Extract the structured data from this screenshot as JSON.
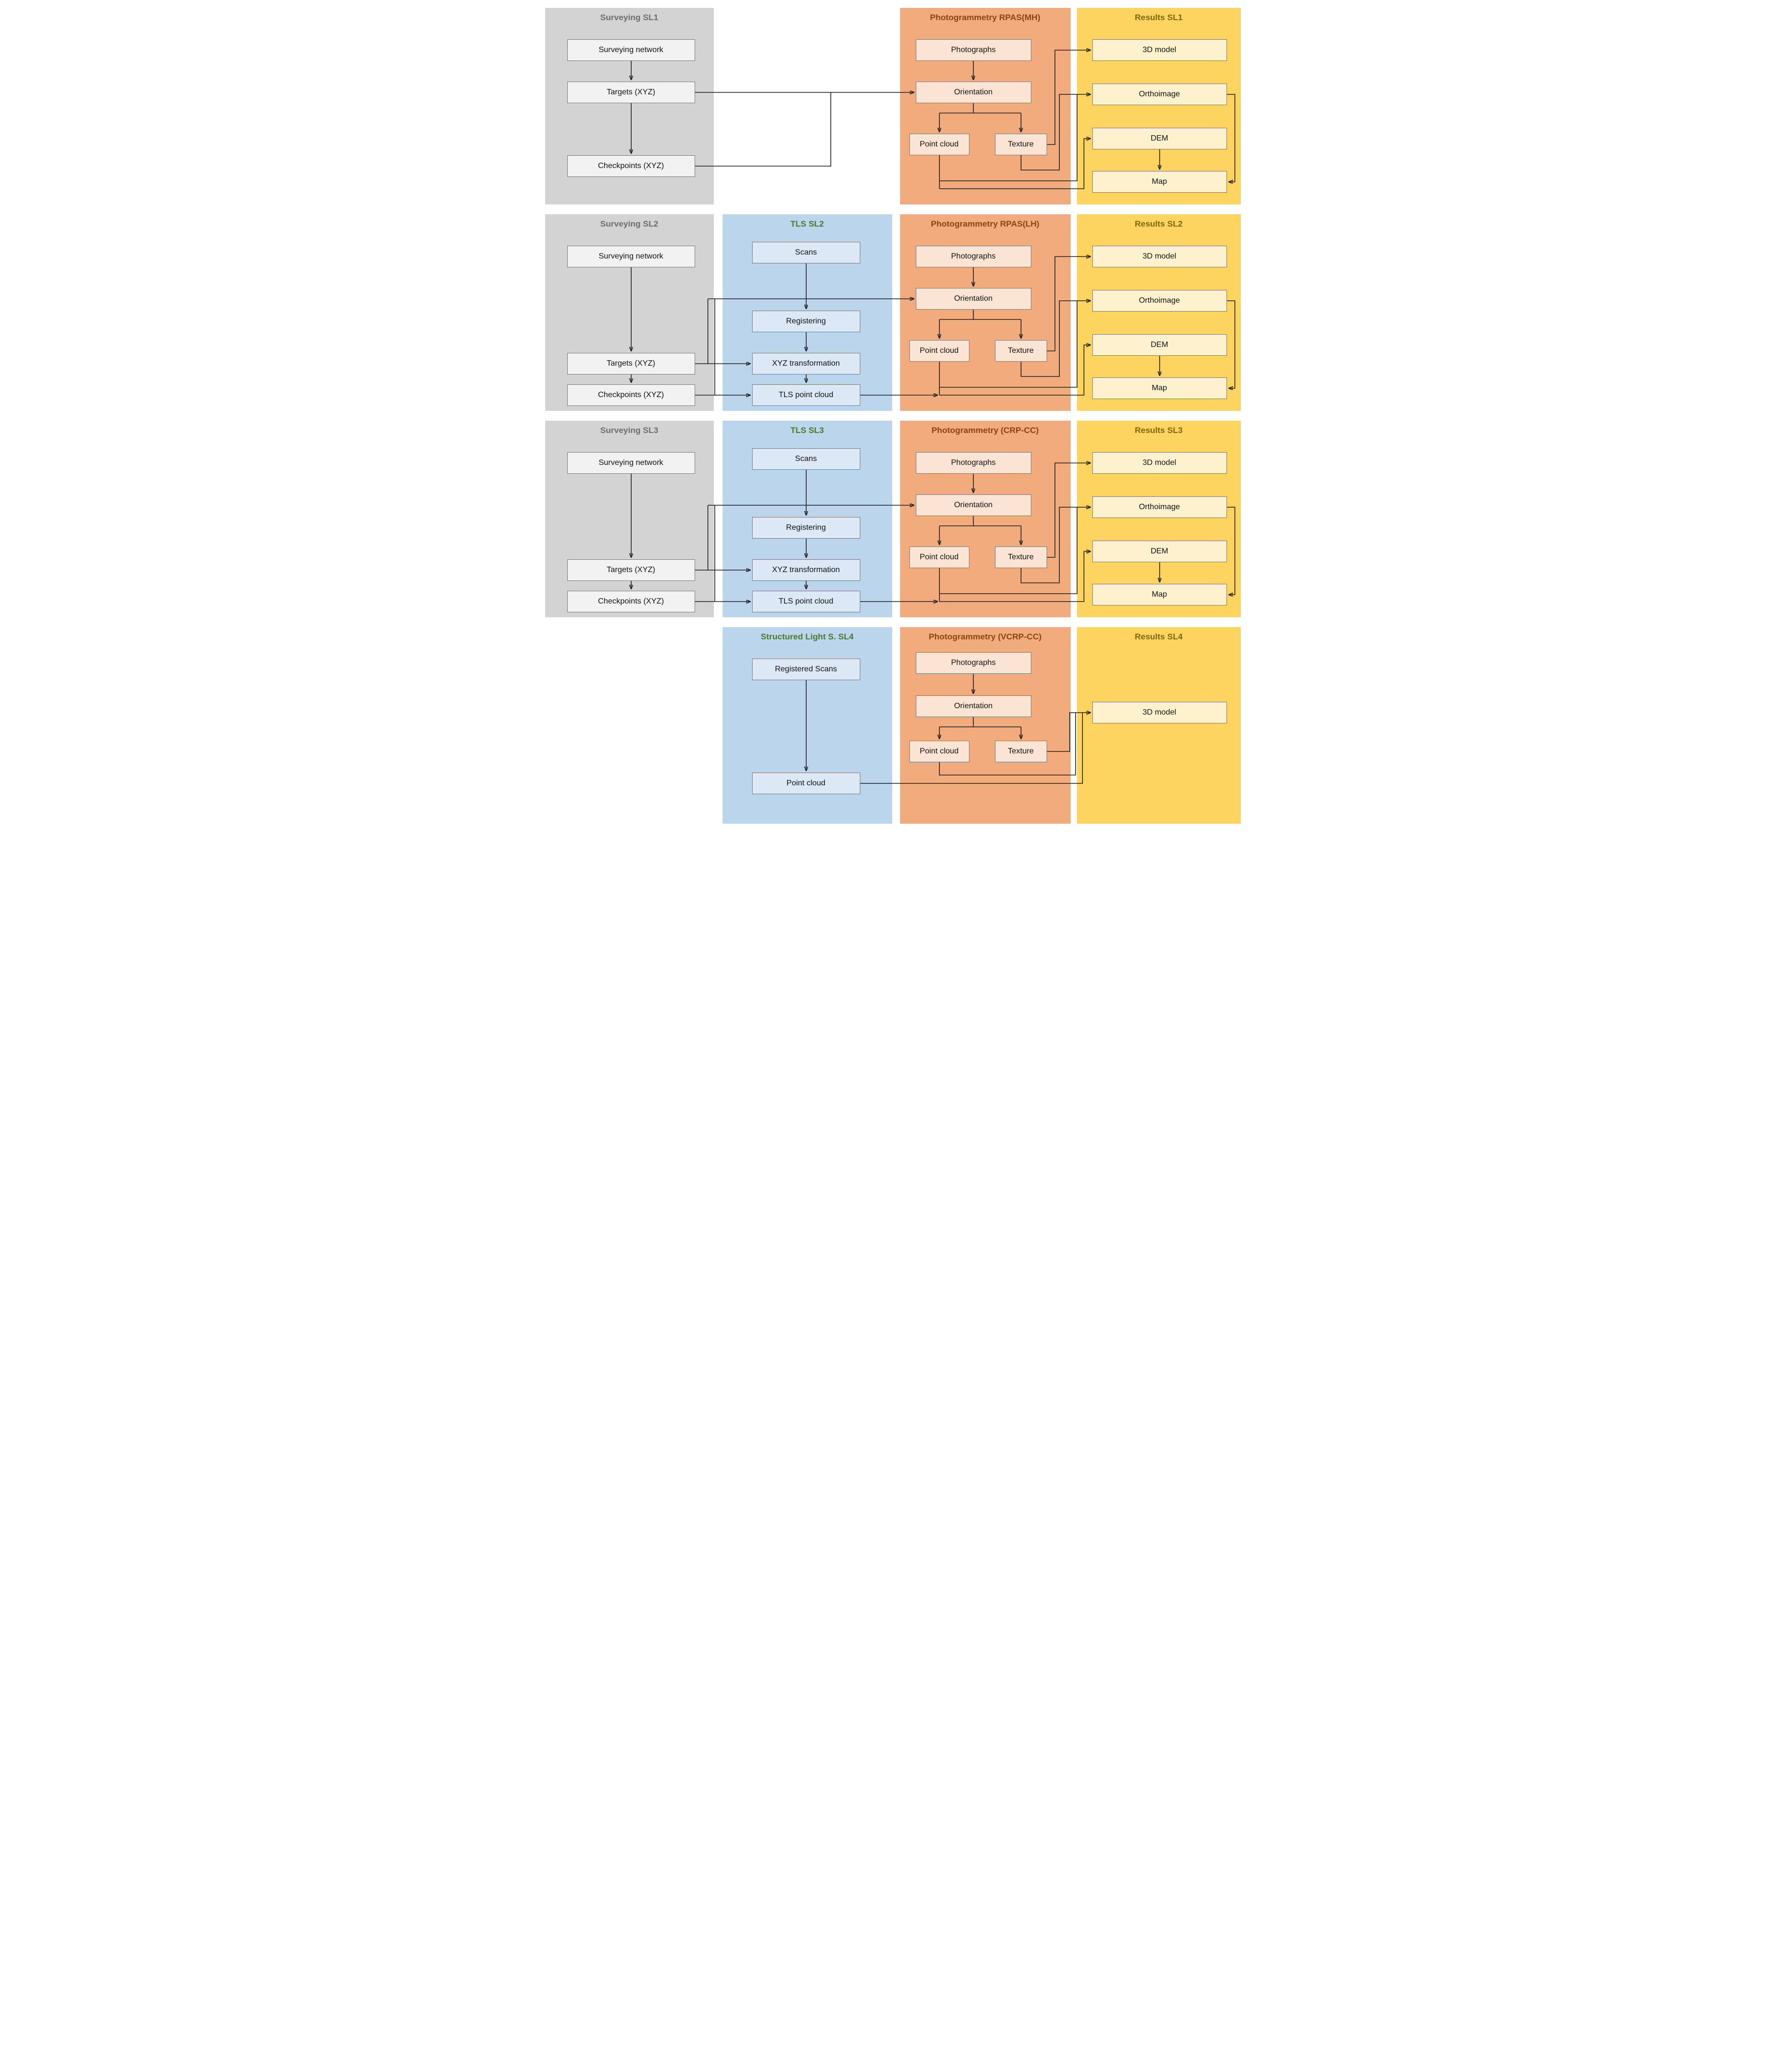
{
  "diagram": {
    "colors": {
      "surveying_panel": "#d3d3d3",
      "tls_panel": "#bad5ec",
      "photogrammetry_panel": "#f2ab7c",
      "results_panel": "#fcd45f",
      "surveying_title": "#6e6e6e",
      "tls_title": "#4a7a28",
      "photogrammetry_title": "#8c4311",
      "results_title": "#7d650f",
      "node_border": "#7a7a7a",
      "connector": "#222222"
    },
    "rows": [
      {
        "id": "SL1",
        "surveying": {
          "title": "Surveying SL1",
          "network": "Surveying network",
          "targets": "Targets (XYZ)",
          "checkpoints": "Checkpoints (XYZ)"
        },
        "photogrammetry": {
          "title": "Photogrammetry RPAS(MH)",
          "photographs": "Photographs",
          "orientation": "Orientation",
          "point_cloud": "Point cloud",
          "texture": "Texture"
        },
        "results": {
          "title": "Results SL1",
          "model": "3D model",
          "orthoimage": "Orthoimage",
          "dem": "DEM",
          "map": "Map"
        }
      },
      {
        "id": "SL2",
        "surveying": {
          "title": "Surveying SL2",
          "network": "Surveying network",
          "targets": "Targets (XYZ)",
          "checkpoints": "Checkpoints (XYZ)"
        },
        "tls": {
          "title": "TLS SL2",
          "scans": "Scans",
          "registering": "Registering",
          "xyz_transformation": "XYZ transformation",
          "tls_point_cloud": "TLS point cloud"
        },
        "photogrammetry": {
          "title": "Photogrammetry RPAS(LH)",
          "photographs": "Photographs",
          "orientation": "Orientation",
          "point_cloud": "Point cloud",
          "texture": "Texture"
        },
        "results": {
          "title": "Results SL2",
          "model": "3D model",
          "orthoimage": "Orthoimage",
          "dem": "DEM",
          "map": "Map"
        }
      },
      {
        "id": "SL3",
        "surveying": {
          "title": "Surveying SL3",
          "network": "Surveying network",
          "targets": "Targets (XYZ)",
          "checkpoints": "Checkpoints (XYZ)"
        },
        "tls": {
          "title": "TLS SL3",
          "scans": "Scans",
          "registering": "Registering",
          "xyz_transformation": "XYZ transformation",
          "tls_point_cloud": "TLS point cloud"
        },
        "photogrammetry": {
          "title": "Photogrammetry (CRP-CC)",
          "photographs": "Photographs",
          "orientation": "Orientation",
          "point_cloud": "Point cloud",
          "texture": "Texture"
        },
        "results": {
          "title": "Results SL3",
          "model": "3D model",
          "orthoimage": "Orthoimage",
          "dem": "DEM",
          "map": "Map"
        }
      },
      {
        "id": "SL4",
        "sls": {
          "title": "Structured Light S. SL4",
          "registered_scans": "Registered Scans",
          "point_cloud": "Point cloud"
        },
        "photogrammetry": {
          "title": "Photogrammetry (VCRP-CC)",
          "photographs": "Photographs",
          "orientation": "Orientation",
          "point_cloud": "Point cloud",
          "texture": "Texture"
        },
        "results": {
          "title": "Results SL4",
          "model": "3D model"
        }
      }
    ]
  }
}
